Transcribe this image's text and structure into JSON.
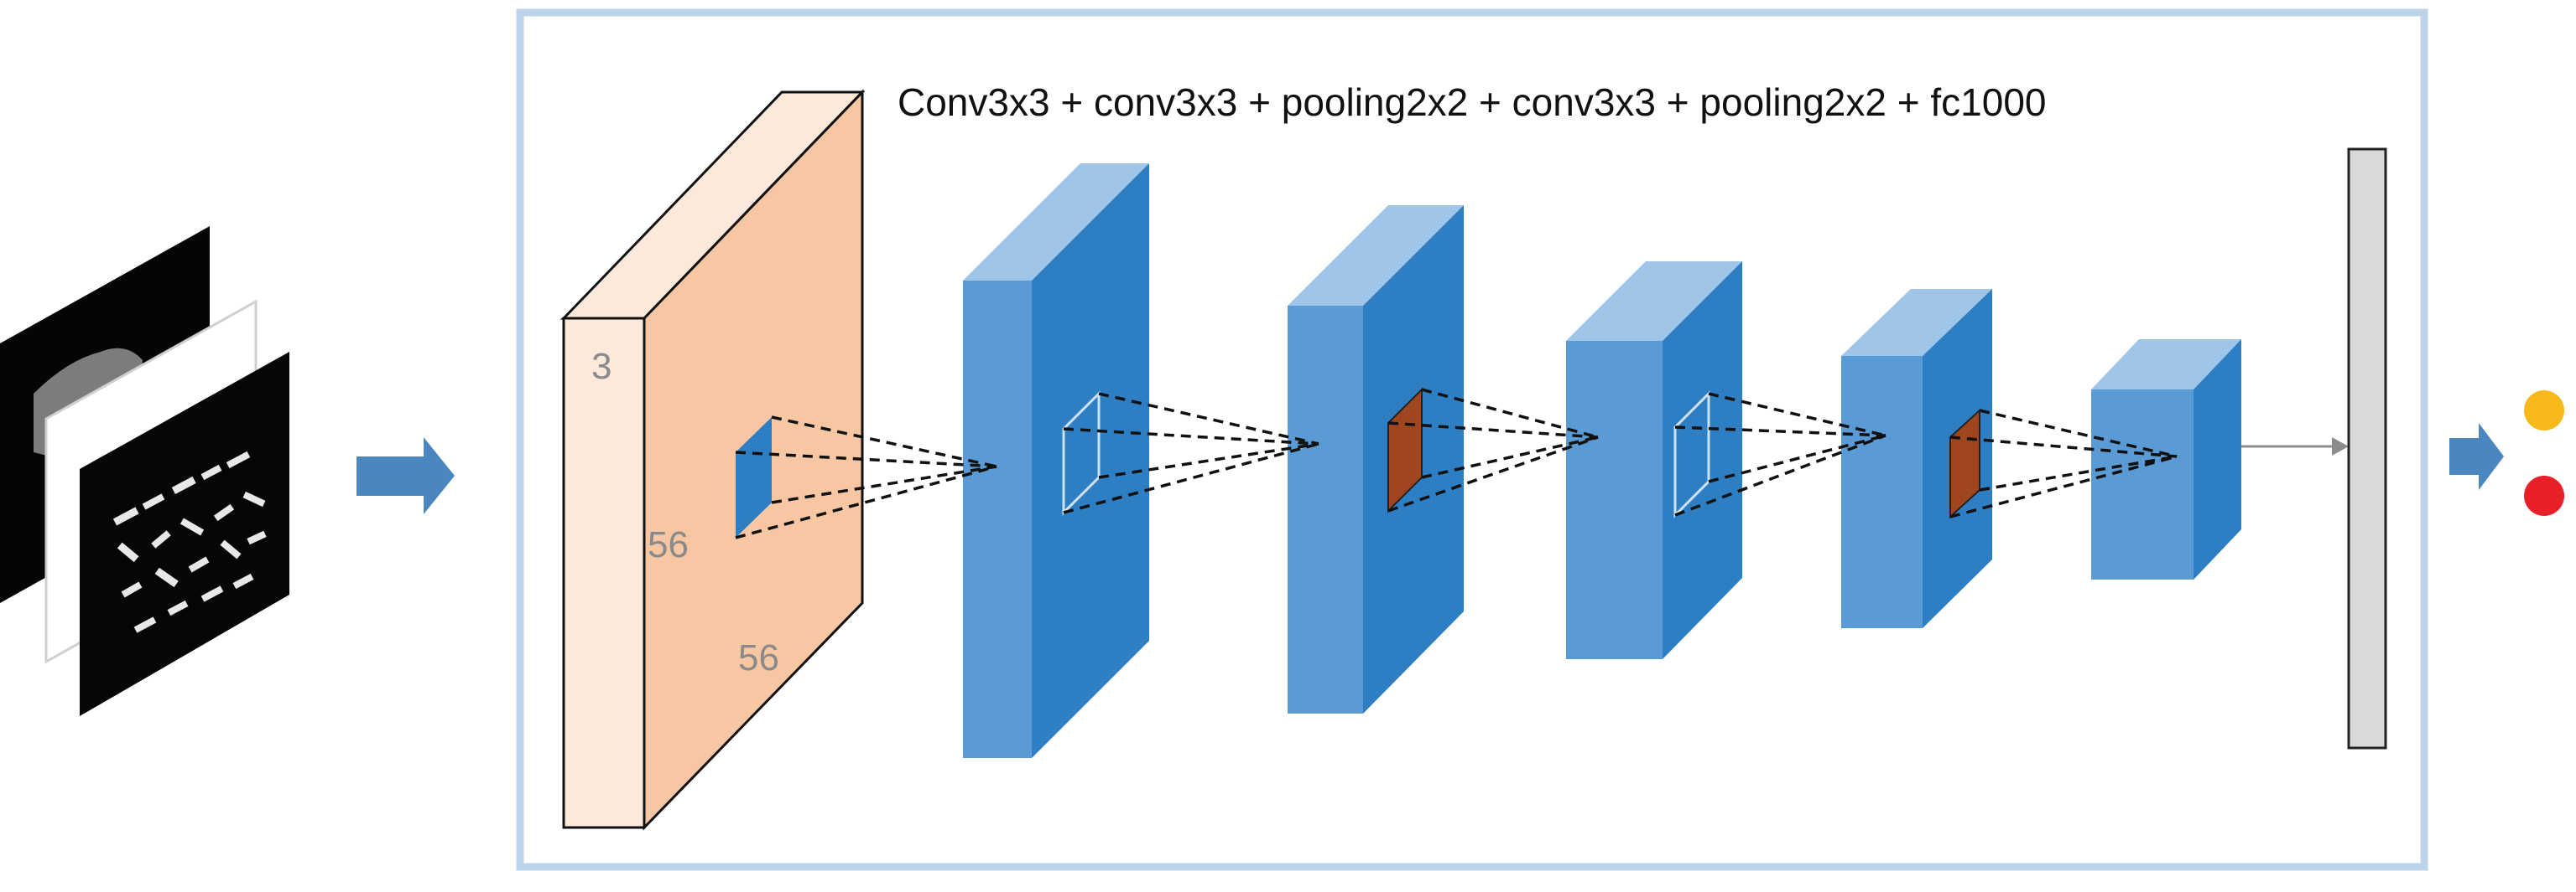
{
  "title": "Conv3x3 + conv3x3 + pooling2x2 + conv3x3 + pooling2x2 + fc1000",
  "input_volume": {
    "depth_label": "3",
    "height_label": "56",
    "width_label": "56"
  },
  "colors": {
    "frame_border": "#bcd3e9",
    "input_front": "#f7c6a3",
    "input_side": "#fbe2d2",
    "layer_front": "#5b9bd5",
    "layer_side": "#2e7ec4",
    "layer_top": "#9fc5e8",
    "pool_patch": "#a0461e",
    "fc_bar": "#d9d9d9",
    "arrow": "#4a86c0",
    "output_yellow": "#f7b81a",
    "output_red": "#e8202a"
  },
  "outputs": [
    {
      "name": "output-yellow-dot",
      "color": "#f7b81a"
    },
    {
      "name": "output-red-dot",
      "color": "#e8202a"
    }
  ]
}
